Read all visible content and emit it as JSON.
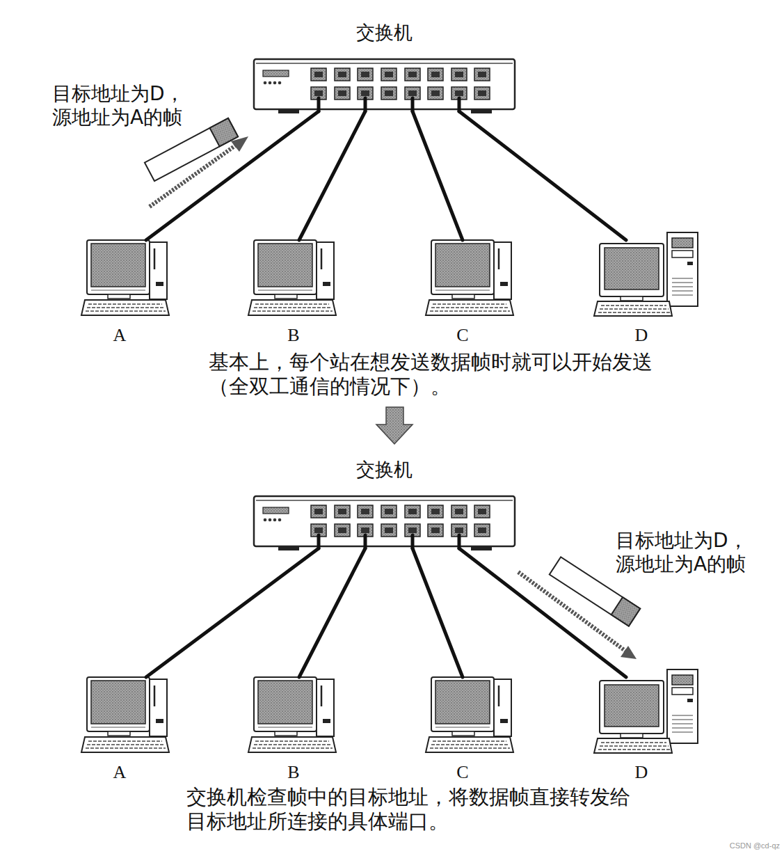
{
  "diagram": {
    "nodes": [
      {
        "text": [
          "交换机"
        ]
      },
      {
        "text": [
          "A"
        ]
      },
      {
        "text": [
          "B"
        ]
      },
      {
        "text": [
          "C"
        ]
      },
      {
        "text": [
          "D"
        ]
      },
      {
        "text": [
          "交换机"
        ]
      },
      {
        "text": [
          "A"
        ]
      },
      {
        "text": [
          "B"
        ]
      },
      {
        "text": [
          "C"
        ]
      },
      {
        "text": [
          "D"
        ]
      }
    ],
    "edges": [
      {
        "from": 0,
        "to": 1,
        "arrow": "none"
      },
      {
        "from": 0,
        "to": 2,
        "arrow": "none"
      },
      {
        "from": 0,
        "to": 3,
        "arrow": "none"
      },
      {
        "from": 0,
        "to": 4,
        "arrow": "none"
      },
      {
        "from": 5,
        "to": 6,
        "arrow": "none"
      },
      {
        "from": 5,
        "to": 7,
        "arrow": "none"
      },
      {
        "from": 5,
        "to": 8,
        "arrow": "none"
      },
      {
        "from": 5,
        "to": 9,
        "arrow": "none"
      }
    ],
    "labels": [
      "目标地址为D， 源地址为A的帧",
      "基本上，每个站在想发送数据帧时就可以开始发送 （全双工通信的情况下）。",
      "目标地址为D， 源地址为A的帧",
      "交换机检查帧中的目标地址，将数据帧直接转发给 目标地址所连接的具体端口。",
      "CSDN @cd-qz"
    ]
  }
}
